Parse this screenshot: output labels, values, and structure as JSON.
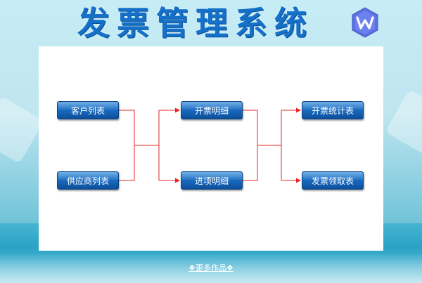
{
  "title": "发票管理系统",
  "logo": {
    "icon": "wps-logo-icon",
    "color": "#5b6fe0"
  },
  "colors": {
    "title": "#1470c8",
    "node_gradient_top": "#3a8fdc",
    "node_gradient_bottom": "#0c4f9a",
    "connector": "#e8262a"
  },
  "flowchart": {
    "column1": [
      {
        "label": "客户列表"
      },
      {
        "label": "供应商列表"
      }
    ],
    "column2": [
      {
        "label": "开票明细"
      },
      {
        "label": "进项明细"
      }
    ],
    "column3": [
      {
        "label": "开票统计表"
      },
      {
        "label": "发票领取表"
      }
    ]
  },
  "footer": {
    "more_link": "❖更多作品❖"
  }
}
